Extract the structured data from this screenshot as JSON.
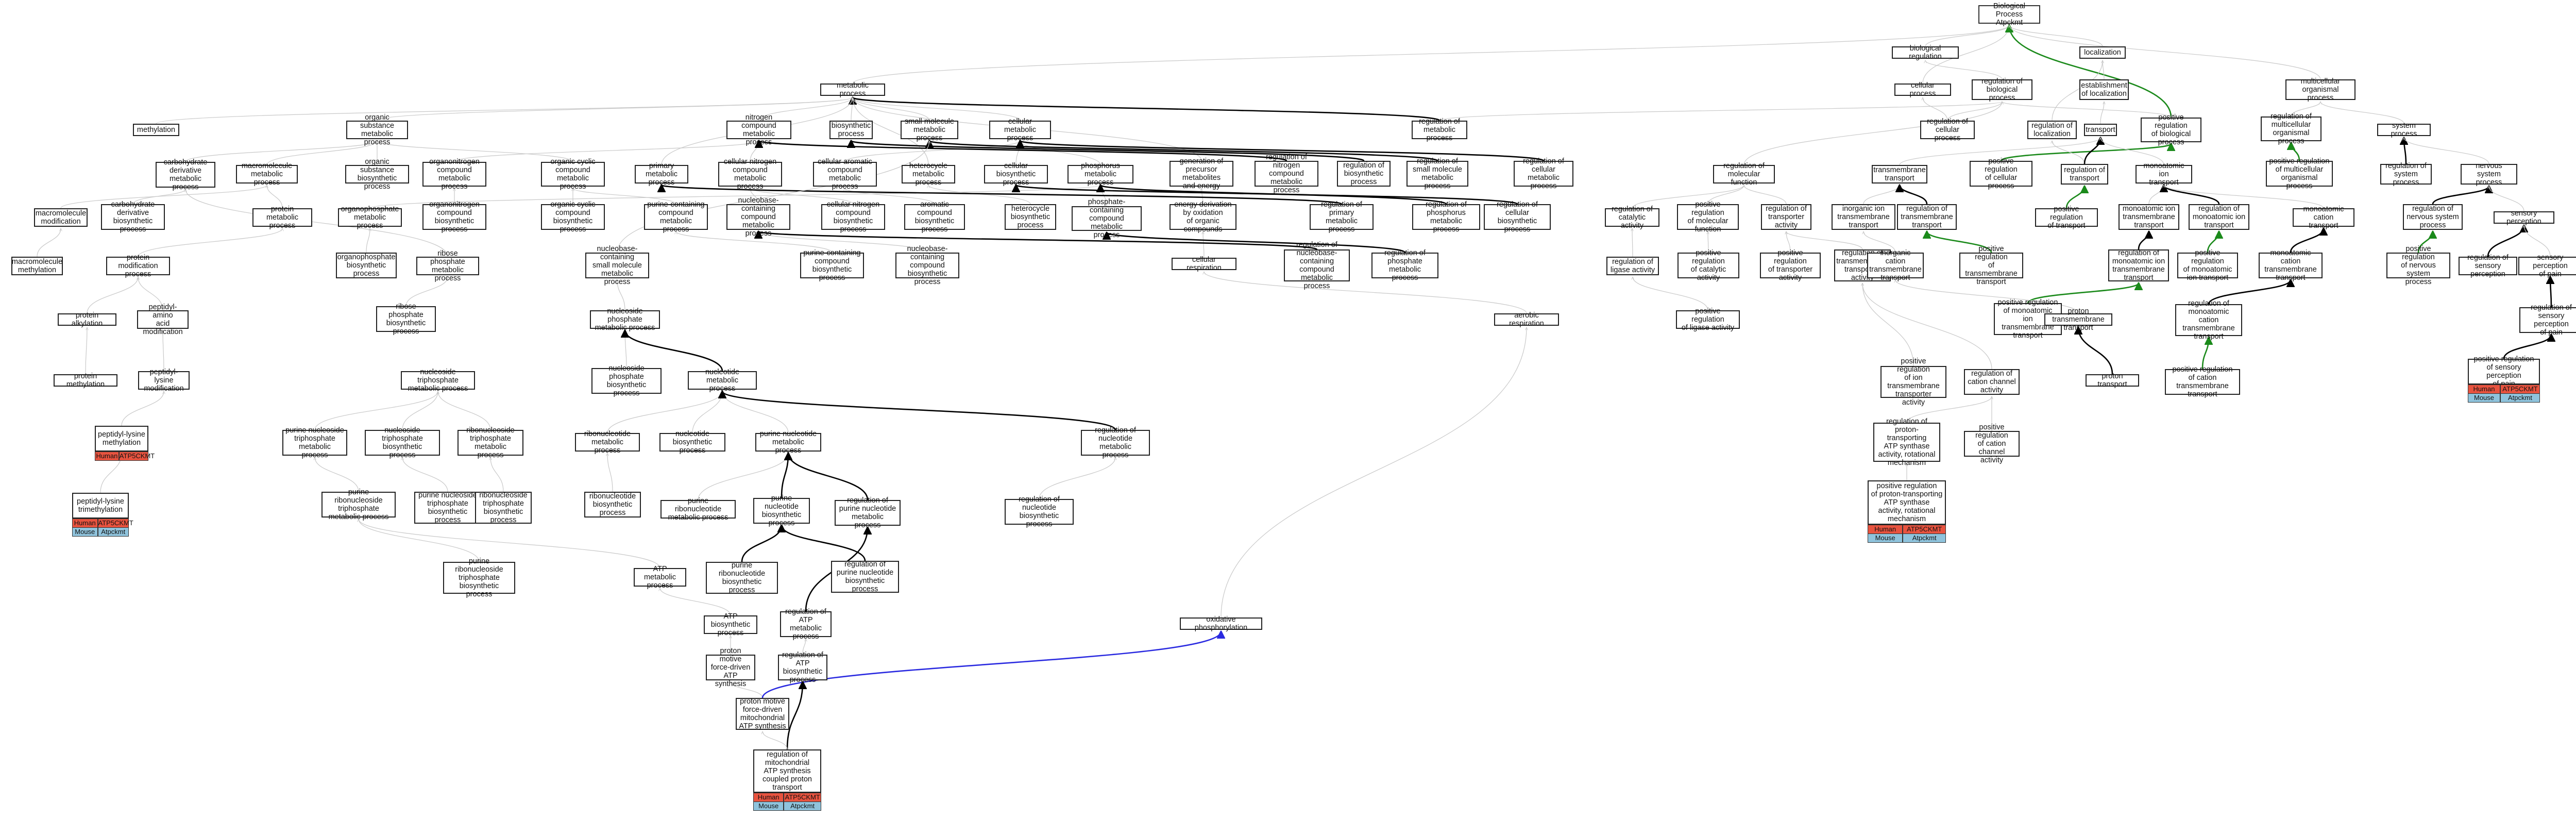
{
  "colors": {
    "edge": "#c8c8c8",
    "strong": "#000000",
    "positive": "#1b8a1b",
    "blue": "#2a2ae0",
    "human": "#e8533f",
    "mouse": "#8fc3dc"
  },
  "species": {
    "human": "Human",
    "mouse": "Mouse"
  },
  "genes": {
    "human": "ATP5CKMT",
    "mouse": "Atpckmt"
  },
  "terms": [
    {
      "id": "bp",
      "label": "Biological Process\nAtpckmt"
    },
    {
      "id": "bioreg",
      "label": "biological regulation"
    },
    {
      "id": "localization",
      "label": "localization"
    },
    {
      "id": "metabolic",
      "label": "metabolic process"
    },
    {
      "id": "cellular",
      "label": "cellular process"
    },
    {
      "id": "regbio",
      "label": "regulation of\nbiological process"
    },
    {
      "id": "estloc",
      "label": "establishment\nof localization"
    },
    {
      "id": "multicell",
      "label": "multicellular\norganismal process"
    },
    {
      "id": "methylation",
      "label": "methylation"
    },
    {
      "id": "orgsub",
      "label": "organic substance\nmetabolic process"
    },
    {
      "id": "nitrogen",
      "label": "nitrogen compound\nmetabolic process"
    },
    {
      "id": "biosynth",
      "label": "biosynthetic\nprocess"
    },
    {
      "id": "smallmol",
      "label": "small molecule\nmetabolic process"
    },
    {
      "id": "cellmet",
      "label": "cellular metabolic\nprocess"
    },
    {
      "id": "regmet",
      "label": "regulation of\nmetabolic process"
    },
    {
      "id": "regcell",
      "label": "regulation of\ncellular process"
    },
    {
      "id": "regloc",
      "label": "regulation of\nlocalization"
    },
    {
      "id": "transport",
      "label": "transport"
    },
    {
      "id": "posregbio",
      "label": "positive regulation\nof biological\nprocess"
    },
    {
      "id": "regmulti",
      "label": "regulation of\nmulticellular\norganismal process"
    },
    {
      "id": "systemproc",
      "label": "system process"
    },
    {
      "id": "carbderiv",
      "label": "carbohydrate\nderivative metabolic\nprocess"
    },
    {
      "id": "macromol",
      "label": "macromolecule\nmetabolic process"
    },
    {
      "id": "orgsubbio",
      "label": "organic substance\nbiosynthetic process"
    },
    {
      "id": "organonitro",
      "label": "organonitrogen\ncompound metabolic\nprocess"
    },
    {
      "id": "organiccyclic",
      "label": "organic cyclic\ncompound metabolic\nprocess"
    },
    {
      "id": "primary",
      "label": "primary metabolic\nprocess"
    },
    {
      "id": "cellnitro",
      "label": "cellular nitrogen\ncompound metabolic\nprocess"
    },
    {
      "id": "cellarom",
      "label": "cellular aromatic\ncompound metabolic\nprocess"
    },
    {
      "id": "heterocycle",
      "label": "heterocycle\nmetabolic process"
    },
    {
      "id": "cellbiosyn",
      "label": "cellular biosynthetic\nprocess"
    },
    {
      "id": "phosphorus",
      "label": "phosphorus metabolic\nprocess"
    },
    {
      "id": "genprecursor",
      "label": "generation of\nprecursor metabolites\nand energy"
    },
    {
      "id": "regnitro",
      "label": "regulation of\nnitrogen compound\nmetabolic process"
    },
    {
      "id": "regbiosyn",
      "label": "regulation of\nbiosynthetic\nprocess"
    },
    {
      "id": "regsmallmol",
      "label": "regulation of\nsmall molecule\nmetabolic process"
    },
    {
      "id": "regcellmet",
      "label": "regulation of\ncellular metabolic\nprocess"
    },
    {
      "id": "regmolfunc",
      "label": "regulation of\nmolecular function"
    },
    {
      "id": "transmembrane",
      "label": "transmembrane\ntransport"
    },
    {
      "id": "posregcell",
      "label": "positive regulation\nof cellular\nprocess"
    },
    {
      "id": "regtransport",
      "label": "regulation of\ntransport"
    },
    {
      "id": "monoion",
      "label": "monoatomic ion\ntransport"
    },
    {
      "id": "posregmulti",
      "label": "positive regulation\nof multicellular\norganismal process"
    },
    {
      "id": "regsystem",
      "label": "regulation of\nsystem process"
    },
    {
      "id": "nervous",
      "label": "nervous system\nprocess"
    },
    {
      "id": "macromolmod",
      "label": "macromolecule\nmodification"
    },
    {
      "id": "carbderivbio",
      "label": "carbohydrate\nderivative biosynthetic\nprocess"
    },
    {
      "id": "proteinmet",
      "label": "protein metabolic\nprocess"
    },
    {
      "id": "organophos",
      "label": "organophosphate\nmetabolic process"
    },
    {
      "id": "organonitrobio",
      "label": "organonitrogen\ncompound biosynthetic\nprocess"
    },
    {
      "id": "organiccyclicbio",
      "label": "organic cyclic\ncompound biosynthetic\nprocess"
    },
    {
      "id": "purinecont",
      "label": "purine-containing\ncompound metabolic\nprocess"
    },
    {
      "id": "nucleobasecont",
      "label": "nucleobase-containing\ncompound metabolic\nprocess"
    },
    {
      "id": "cellnitrobio",
      "label": "cellular nitrogen\ncompound biosynthetic\nprocess"
    },
    {
      "id": "aromaticbio",
      "label": "aromatic compound\nbiosynthetic\nprocess"
    },
    {
      "id": "heterocyclebio",
      "label": "heterocycle\nbiosynthetic\nprocess"
    },
    {
      "id": "phosphatecont",
      "label": "phosphate-containing\ncompound metabolic\nprocess"
    },
    {
      "id": "energyderiv",
      "label": "energy derivation\nby oxidation\nof organic compounds"
    },
    {
      "id": "regprimary",
      "label": "regulation of\nprimary metabolic\nprocess"
    },
    {
      "id": "regphosphorus",
      "label": "regulation of\nphosphorus metabolic\nprocess"
    },
    {
      "id": "regcellbiosyn",
      "label": "regulation of\ncellular biosynthetic\nprocess"
    },
    {
      "id": "regcatalytic",
      "label": "regulation of\ncatalytic activity"
    },
    {
      "id": "posregmolfunc",
      "label": "positive regulation\nof molecular\nfunction"
    },
    {
      "id": "regtransporter",
      "label": "regulation of\ntransporter\nactivity"
    },
    {
      "id": "inorgion",
      "label": "inorganic ion\ntransmembrane\ntransport"
    },
    {
      "id": "regtransmem",
      "label": "regulation of\ntransmembrane\ntransport"
    },
    {
      "id": "posregtransport",
      "label": "positive regulation\nof transport"
    },
    {
      "id": "monoiontm",
      "label": "monoatomic ion\ntransmembrane\ntransport"
    },
    {
      "id": "regmonoion",
      "label": "regulation of\nmonoatomic ion\ntransport"
    },
    {
      "id": "monocation",
      "label": "monoatomic cation\ntransport"
    },
    {
      "id": "regnervous",
      "label": "regulation of\nnervous system\nprocess"
    },
    {
      "id": "sensoryperc",
      "label": "sensory perception"
    },
    {
      "id": "macromolmeth",
      "label": "macromolecule\nmethylation"
    },
    {
      "id": "proteinmod",
      "label": "protein modification\nprocess"
    },
    {
      "id": "organophosbio",
      "label": "organophosphate\nbiosynthetic\nprocess"
    },
    {
      "id": "ribosephos",
      "label": "ribose phosphate\nmetabolic process"
    },
    {
      "id": "nucleobasesmall",
      "label": "nucleobase-containing\nsmall molecule\nmetabolic process"
    },
    {
      "id": "purinecontbio",
      "label": "purine-containing\ncompound biosynthetic\nprocess"
    },
    {
      "id": "nucleobasecontbio",
      "label": "nucleobase-containing\ncompound biosynthetic\nprocess"
    },
    {
      "id": "cellresp",
      "label": "cellular respiration"
    },
    {
      "id": "regnucleobase",
      "label": "regulation of\nnucleobase-containing\ncompound metabolic\nprocess"
    },
    {
      "id": "regphosphate",
      "label": "regulation of\nphosphate metabolic\nprocess"
    },
    {
      "id": "regligase",
      "label": "regulation of\nligase activity"
    },
    {
      "id": "posregcatalytic",
      "label": "positive regulation\nof catalytic\nactivity"
    },
    {
      "id": "posregtransporter",
      "label": "positive regulation\nof transporter\nactivity"
    },
    {
      "id": "regtmtransporter",
      "label": "regulation of\ntransmembrane\ntransporter\nactivity"
    },
    {
      "id": "inorgcation",
      "label": "inorganic cation\ntransmembrane\ntransport"
    },
    {
      "id": "posregtransmem",
      "label": "positive regulation\nof transmembrane\ntransport"
    },
    {
      "id": "regmonoiontm",
      "label": "regulation of\nmonoatomic ion\ntransmembrane\ntransport"
    },
    {
      "id": "posregmonoion",
      "label": "positive regulation\nof monoatomic\nion transport"
    },
    {
      "id": "monocationtm",
      "label": "monoatomic cation\ntransmembrane\ntransport"
    },
    {
      "id": "posregnervous",
      "label": "positive regulation\nof nervous system\nprocess"
    },
    {
      "id": "regsensory",
      "label": "regulation of\nsensory perception"
    },
    {
      "id": "sensorypain",
      "label": "sensory perception\nof pain"
    },
    {
      "id": "proteinalk",
      "label": "protein alkylation"
    },
    {
      "id": "peptidylaa",
      "label": "peptidyl-amino\nacid modification"
    },
    {
      "id": "ribosephosbio",
      "label": "ribose phosphate\nbiosynthetic\nprocess"
    },
    {
      "id": "nucleosidephos",
      "label": "nucleoside phosphate\nmetabolic process"
    },
    {
      "id": "aerobicresp",
      "label": "aerobic respiration"
    },
    {
      "id": "posregligase",
      "label": "positive regulation\nof ligase activity"
    },
    {
      "id": "posregmonoiontm",
      "label": "positive regulation\nof monoatomic\nion transmembrane\ntransport"
    },
    {
      "id": "protontm",
      "label": "proton transmembrane\ntransport"
    },
    {
      "id": "regcationtm",
      "label": "regulation of\nmonoatomic cation\ntransmembrane\ntransport"
    },
    {
      "id": "regpain",
      "label": "regulation of\nsensory perception\nof pain"
    },
    {
      "id": "proteinmethyl",
      "label": "protein methylation"
    },
    {
      "id": "peptidyllysine",
      "label": "peptidyl-lysine\nmodification"
    },
    {
      "id": "nucleosidephosbio",
      "label": "nucleoside phosphate\nbiosynthetic\nprocess"
    },
    {
      "id": "nucleotidemet",
      "label": "nucleotide metabolic\nprocess"
    },
    {
      "id": "posregiontmtr",
      "label": "positive regulation\nof ion transmembrane\ntransporter\nactivity"
    },
    {
      "id": "regcationchan",
      "label": "regulation of\ncation channel\nactivity"
    },
    {
      "id": "protontransport",
      "label": "proton transport"
    },
    {
      "id": "posregcationtm",
      "label": "positive regulation\nof cation transmembrane\ntransport"
    },
    {
      "id": "posregpain",
      "label": "positive regulation\nof sensory perception\nof pain"
    },
    {
      "id": "peptidyllysinemeth",
      "label": "peptidyl-lysine\nmethylation"
    },
    {
      "id": "nucleosidetri",
      "label": "nucleoside triphosphate\nmetabolic process"
    },
    {
      "id": "purinenucleotri",
      "label": "purine nucleoside\ntriphosphate\nmetabolic process"
    },
    {
      "id": "nucleosidetribio",
      "label": "nucleoside triphosphate\nbiosynthetic\nprocess"
    },
    {
      "id": "ribonucleosidetri",
      "label": "ribonucleoside\ntriphosphate\nmetabolic process"
    },
    {
      "id": "ribonucleotide",
      "label": "ribonucleotide\nmetabolic process"
    },
    {
      "id": "nucleotidebio",
      "label": "nucleotide biosynthetic\nprocess"
    },
    {
      "id": "purinenucleotide",
      "label": "purine nucleotide\nmetabolic process"
    },
    {
      "id": "regnucleotide",
      "label": "regulation of\nnucleotide metabolic\nprocess"
    },
    {
      "id": "posregprotonpump",
      "label": "positive regulation\nof proton-transporting\nATP synthase\nactivity, rotational\nmechanism"
    },
    {
      "id": "regprotonpump",
      "label": "regulation of\nproton-transporting\nATP synthase\nactivity, rotational\nmechanism"
    },
    {
      "id": "posregcationchan",
      "label": "positive regulation\nof cation channel\nactivity"
    },
    {
      "id": "peptidyllysinetri",
      "label": "peptidyl-lysine\ntrimethylation"
    },
    {
      "id": "purineribotri",
      "label": "purine ribonucleoside\ntriphosphate\nmetabolic process"
    },
    {
      "id": "purinenuctribio",
      "label": "purine nucleoside\ntriphosphate\nbiosynthetic\nprocess"
    },
    {
      "id": "ribonuctribio",
      "label": "ribonucleoside\ntriphosphate\nbiosynthetic\nprocess"
    },
    {
      "id": "ribonucleotidebio",
      "label": "ribonucleotide\nbiosynthetic\nprocess"
    },
    {
      "id": "purineribonucleotide",
      "label": "purine ribonucleotide\nmetabolic process"
    },
    {
      "id": "purinenucbio",
      "label": "purine nucleotide\nbiosynthetic\nprocess"
    },
    {
      "id": "regpurinenucleotide",
      "label": "regulation of\npurine nucleotide\nmetabolic process"
    },
    {
      "id": "regnucleotidebio",
      "label": "regulation of\nnucleotide biosynthetic\nprocess"
    },
    {
      "id": "purineribotribio",
      "label": "purine ribonucleoside\ntriphosphate\nbiosynthetic\nprocess"
    },
    {
      "id": "atpmet",
      "label": "ATP metabolic\nprocess"
    },
    {
      "id": "purineribobio",
      "label": "purine ribonucleotide\nbiosynthetic\nprocess"
    },
    {
      "id": "regpurinenucbio",
      "label": "regulation of\npurine nucleotide\nbiosynthetic\nprocess"
    },
    {
      "id": "atpbio",
      "label": "ATP biosynthetic\nprocess"
    },
    {
      "id": "regatpmet",
      "label": "regulation of\nATP metabolic\nprocess"
    },
    {
      "id": "oxphos",
      "label": "oxidative phosphorylation"
    },
    {
      "id": "protonmotive",
      "label": "proton motive\nforce-driven\nATP synthesis"
    },
    {
      "id": "regatpbio",
      "label": "regulation of\nATP biosynthetic\nprocess"
    },
    {
      "id": "protonmotivemito",
      "label": "proton motive\nforce-driven\nmitochondrial\nATP synthesis"
    },
    {
      "id": "regmitoatp",
      "label": "regulation of\nmitochondrial\nATP synthesis\ncoupled proton\ntransport"
    }
  ]
}
